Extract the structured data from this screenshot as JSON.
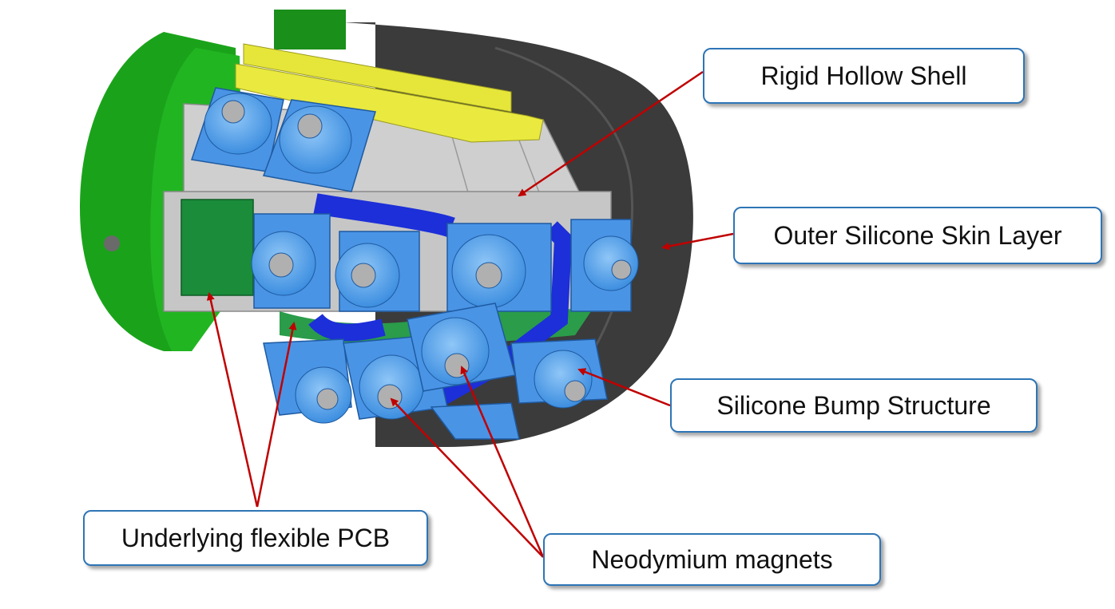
{
  "labels": {
    "rigid_shell": "Rigid Hollow Shell",
    "outer_skin": "Outer Silicone Skin Layer",
    "bump_structure": "Silicone Bump Structure",
    "flex_pcb": "Underlying flexible PCB",
    "magnets": "Neodymium magnets"
  },
  "colors": {
    "shell_green": "#1aa31a",
    "skin_dark": "#3a3a3a",
    "bump_blue": "#5aa6ee",
    "pcb_green": "#1a8c3a",
    "rail_yellow": "#e4e43a",
    "core_gray": "#c8c8c8",
    "trace_blue": "#1c2fd8",
    "arrow_red": "#c00000",
    "label_border": "#2e75b6"
  }
}
